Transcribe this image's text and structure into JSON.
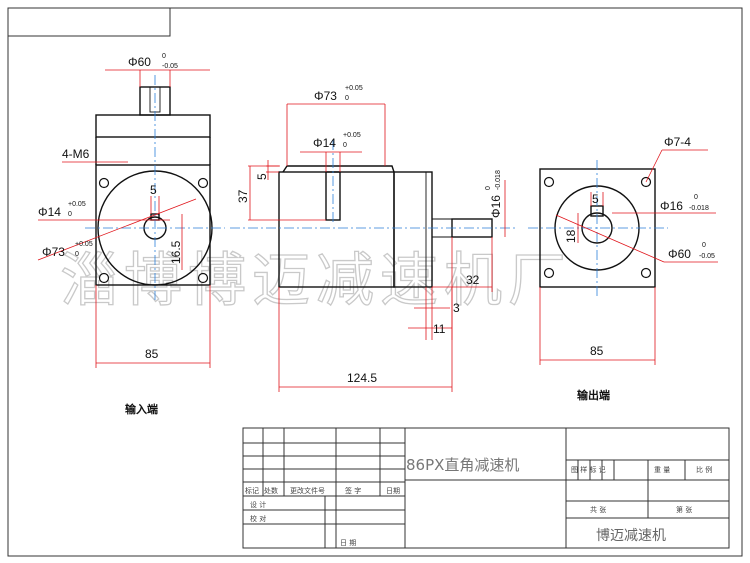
{
  "dimensions": {
    "input_flange_dia": "Φ60",
    "input_flange_tol_upper": "0",
    "input_flange_tol_lower": "-0.05",
    "mount_holes": "4-M6",
    "input_bore_dia": "Φ14",
    "input_bore_tol_upper": "+0.05",
    "input_bore_tol_lower": "0",
    "input_pcd": "Φ73",
    "input_pcd_tol_upper": "+0.05",
    "input_pcd_tol_lower": "0",
    "input_keyway_width": "5",
    "input_keyway_height": "16.5",
    "input_body_width": "85",
    "side_pcd": "Φ73",
    "side_pcd_tol_upper": "+0.05",
    "side_pcd_tol_lower": "0",
    "side_bore": "Φ14",
    "side_bore_tol_upper": "+0.05",
    "side_bore_tol_lower": "0",
    "side_key_depth": "5",
    "side_offset": "37",
    "output_shaft_dia": "Φ16",
    "output_shaft_tol_upper": "0",
    "output_shaft_tol_lower": "-0.018",
    "shaft_length": "32",
    "shaft_shoulder": "3",
    "shaft_collar": "11",
    "body_length": "124.5",
    "output_holes": "Φ7-4",
    "output_shaft_dia_2": "Φ16",
    "output_shaft_2_tol_upper": "0",
    "output_shaft_2_tol_lower": "-0.018",
    "output_key_width": "5",
    "output_key_height": "18",
    "output_flange_dia": "Φ60",
    "output_flange_tol_upper": "0",
    "output_flange_tol_lower": "-0.05",
    "output_body_width": "85"
  },
  "labels": {
    "input_end": "输入端",
    "output_end": "输出端"
  },
  "title_block": {
    "product_name": "86PX直角减速机",
    "company": "博迈减速机",
    "drawing_header": "图 样 标 记",
    "weight": "重 量",
    "scale": "比 例",
    "sheets_total": "共 张",
    "sheet_no": "第 张",
    "rev_mark": "标记",
    "rev_count": "处数",
    "rev_doc": "更改文件号",
    "rev_sign": "签 字",
    "rev_date": "日期",
    "design": "设 计",
    "check": "校 对",
    "date_label": "日 期"
  },
  "watermark": "淄博博迈减速机厂"
}
